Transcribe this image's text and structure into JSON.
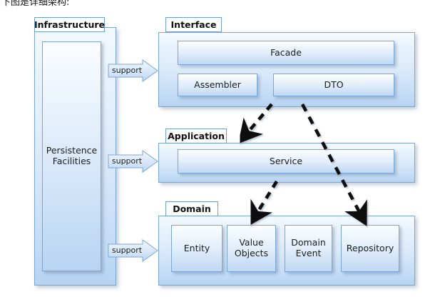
{
  "caption": "下图是详细架构:",
  "colors": {
    "layer_border": "#7ba7d7",
    "box_border": "#7ba7d7",
    "tab_border": "#6f9fd2",
    "tab_bg": "#ffffff",
    "arrow_dashed": "#111111",
    "support_fill": "#cfe2f7",
    "page_bg": "#ffffff"
  },
  "layers": [
    {
      "id": "infrastructure",
      "label": "Infrastructure",
      "boxes": [
        {
          "id": "persistence-facilities",
          "lines": [
            "Persistence",
            "Facilities"
          ]
        }
      ]
    },
    {
      "id": "interface",
      "label": "Interface",
      "boxes": [
        {
          "id": "facade",
          "lines": [
            "Facade"
          ]
        },
        {
          "id": "assembler",
          "lines": [
            "Assembler"
          ]
        },
        {
          "id": "dto",
          "lines": [
            "DTO"
          ]
        }
      ]
    },
    {
      "id": "application",
      "label": "Application",
      "boxes": [
        {
          "id": "service",
          "lines": [
            "Service"
          ]
        }
      ]
    },
    {
      "id": "domain",
      "label": "Domain",
      "boxes": [
        {
          "id": "entity",
          "lines": [
            "Entity"
          ]
        },
        {
          "id": "value-objects",
          "lines": [
            "Value",
            "Objects"
          ]
        },
        {
          "id": "domain-event",
          "lines": [
            "Domain",
            "Event"
          ]
        },
        {
          "id": "repository",
          "lines": [
            "Repository"
          ]
        }
      ]
    }
  ],
  "support_arrows": [
    {
      "id": "support-interface",
      "label": "support",
      "from": "infrastructure",
      "to": "interface"
    },
    {
      "id": "support-application",
      "label": "support",
      "from": "infrastructure",
      "to": "application"
    },
    {
      "id": "support-domain",
      "label": "support",
      "from": "infrastructure",
      "to": "domain"
    }
  ],
  "dependency_arrows": [
    {
      "id": "assembler-to-service",
      "from": "assembler",
      "to": "service",
      "style": "dashed"
    },
    {
      "id": "dto-to-repository",
      "from": "dto",
      "to": "repository",
      "style": "dashed"
    },
    {
      "id": "service-to-value-objects",
      "from": "service",
      "to": "value-objects",
      "style": "dashed"
    }
  ]
}
